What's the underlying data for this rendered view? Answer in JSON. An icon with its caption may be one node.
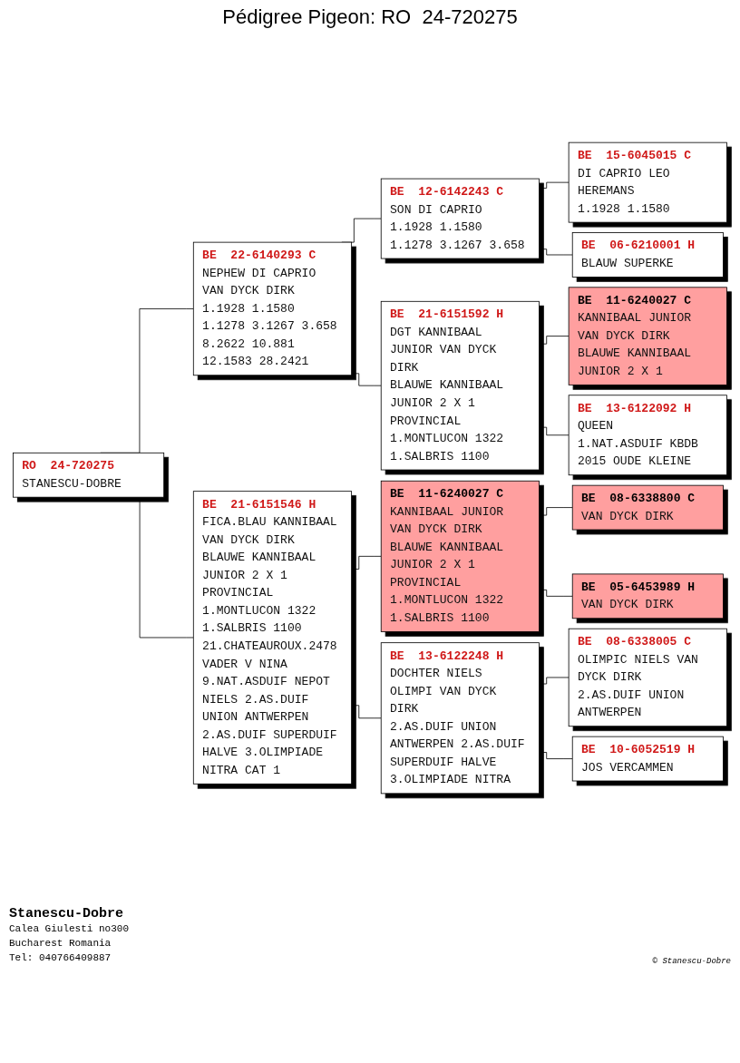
{
  "diagram": {
    "title": "Pédigree Pigeon: RO  24-720275",
    "nodes": [
      {
        "text": [
          "RO  24-720275",
          "STANESCU-DOBRE"
        ]
      },
      {
        "text": [
          "BE  22-6140293 C",
          "NEPHEW DI CAPRIO VAN DYCK DIRK",
          "1.1928 1.1580 1.1278 3.1267 3.658 8.2622 10.881 12.1583 28.2421"
        ]
      },
      {
        "text": [
          "BE  21-6151546 H",
          "FICA.BLAU KANNIBAAL VAN DYCK DIRK",
          "BLAUWE KANNIBAAL JUNIOR 2 X 1 PROVINCIAL 1.MONTLUCON 1322 1.SALBRIS 1100 21.CHATEAUROUX.2478 VADER V NINA 9.NAT.ASDUIF NEPOT NIELS 2.AS.DUIF UNION ANTWERPEN 2.AS.DUIF SUPERDUIF HALVE 3.OLIMPIADE NITRA CAT 1"
        ]
      },
      {
        "text": [
          "BE  12-6142243 C",
          "SON DI CAPRIO",
          "1.1928 1.1580 1.1278 3.1267 3.658"
        ]
      },
      {
        "text": [
          "BE  21-6151592 H",
          "DGT KANNIBAAL JUNIOR VAN DYCK DIRK",
          "BLAUWE KANNIBAAL JUNIOR 2 X 1 PROVINCIAL 1.MONTLUCON 1322 1.SALBRIS 1100"
        ]
      },
      {
        "text": [
          "BE  11-6240027 C",
          "KANNIBAAL JUNIOR VAN DYCK DIRK",
          "BLAUWE KANNIBAAL JUNIOR 2 X 1 PROVINCIAL 1.MONTLUCON 1322 1.SALBRIS 1100"
        ]
      },
      {
        "text": [
          "BE  13-6122248 H",
          "DOCHTER NIELS OLIMPI VAN DYCK DIRK",
          "2.AS.DUIF UNION ANTWERPEN 2.AS.DUIF SUPERDUIF HALVE 3.OLIMPIADE NITRA"
        ]
      },
      {
        "text": [
          "BE  15-6045015 C",
          "DI CAPRIO LEO HEREMANS",
          "1.1928 1.1580"
        ]
      },
      {
        "text": [
          "BE  06-6210001 H",
          "BLAUW SUPERKE"
        ]
      },
      {
        "text": [
          "BE  11-6240027 C",
          "KANNIBAAL JUNIOR VAN DYCK DIRK",
          "BLAUWE KANNIBAAL JUNIOR 2 X 1"
        ]
      },
      {
        "text": [
          "BE  13-6122092 H",
          "QUEEN",
          "1.NAT.ASDUIF KBDB 2015 OUDE KLEINE"
        ]
      },
      {
        "text": [
          "BE  08-6338800 C",
          "VAN DYCK DIRK"
        ]
      },
      {
        "text": [
          "BE  05-6453989 H",
          "VAN DYCK DIRK"
        ]
      },
      {
        "text": [
          "BE  08-6338005 C",
          "OLIMPIC NIELS VAN DYCK DIRK",
          "2.AS.DUIF UNION ANTWERPEN"
        ]
      },
      {
        "text": [
          "BE  10-6052519 H",
          "JOS VERCAMMEN"
        ]
      }
    ],
    "edges": [
      {
        "from": 0,
        "to": 1,
        "arrow": "none"
      },
      {
        "from": 0,
        "to": 2,
        "arrow": "none"
      },
      {
        "from": 1,
        "to": 3,
        "arrow": "none"
      },
      {
        "from": 1,
        "to": 4,
        "arrow": "none"
      },
      {
        "from": 2,
        "to": 5,
        "arrow": "none"
      },
      {
        "from": 2,
        "to": 6,
        "arrow": "none"
      },
      {
        "from": 3,
        "to": 7,
        "arrow": "none"
      },
      {
        "from": 3,
        "to": 8,
        "arrow": "none"
      },
      {
        "from": 4,
        "to": 9,
        "arrow": "none"
      },
      {
        "from": 4,
        "to": 10,
        "arrow": "none"
      },
      {
        "from": 5,
        "to": 11,
        "arrow": "none"
      },
      {
        "from": 5,
        "to": 12,
        "arrow": "none"
      },
      {
        "from": 6,
        "to": 13,
        "arrow": "none"
      },
      {
        "from": 6,
        "to": 14,
        "arrow": "none"
      }
    ],
    "labels": [
      "Stanescu-Dobre",
      "Calea Giulesti no300",
      "Bucharest Romania",
      "Tel: 040766409887",
      "© Stanescu-Dobre"
    ]
  }
}
